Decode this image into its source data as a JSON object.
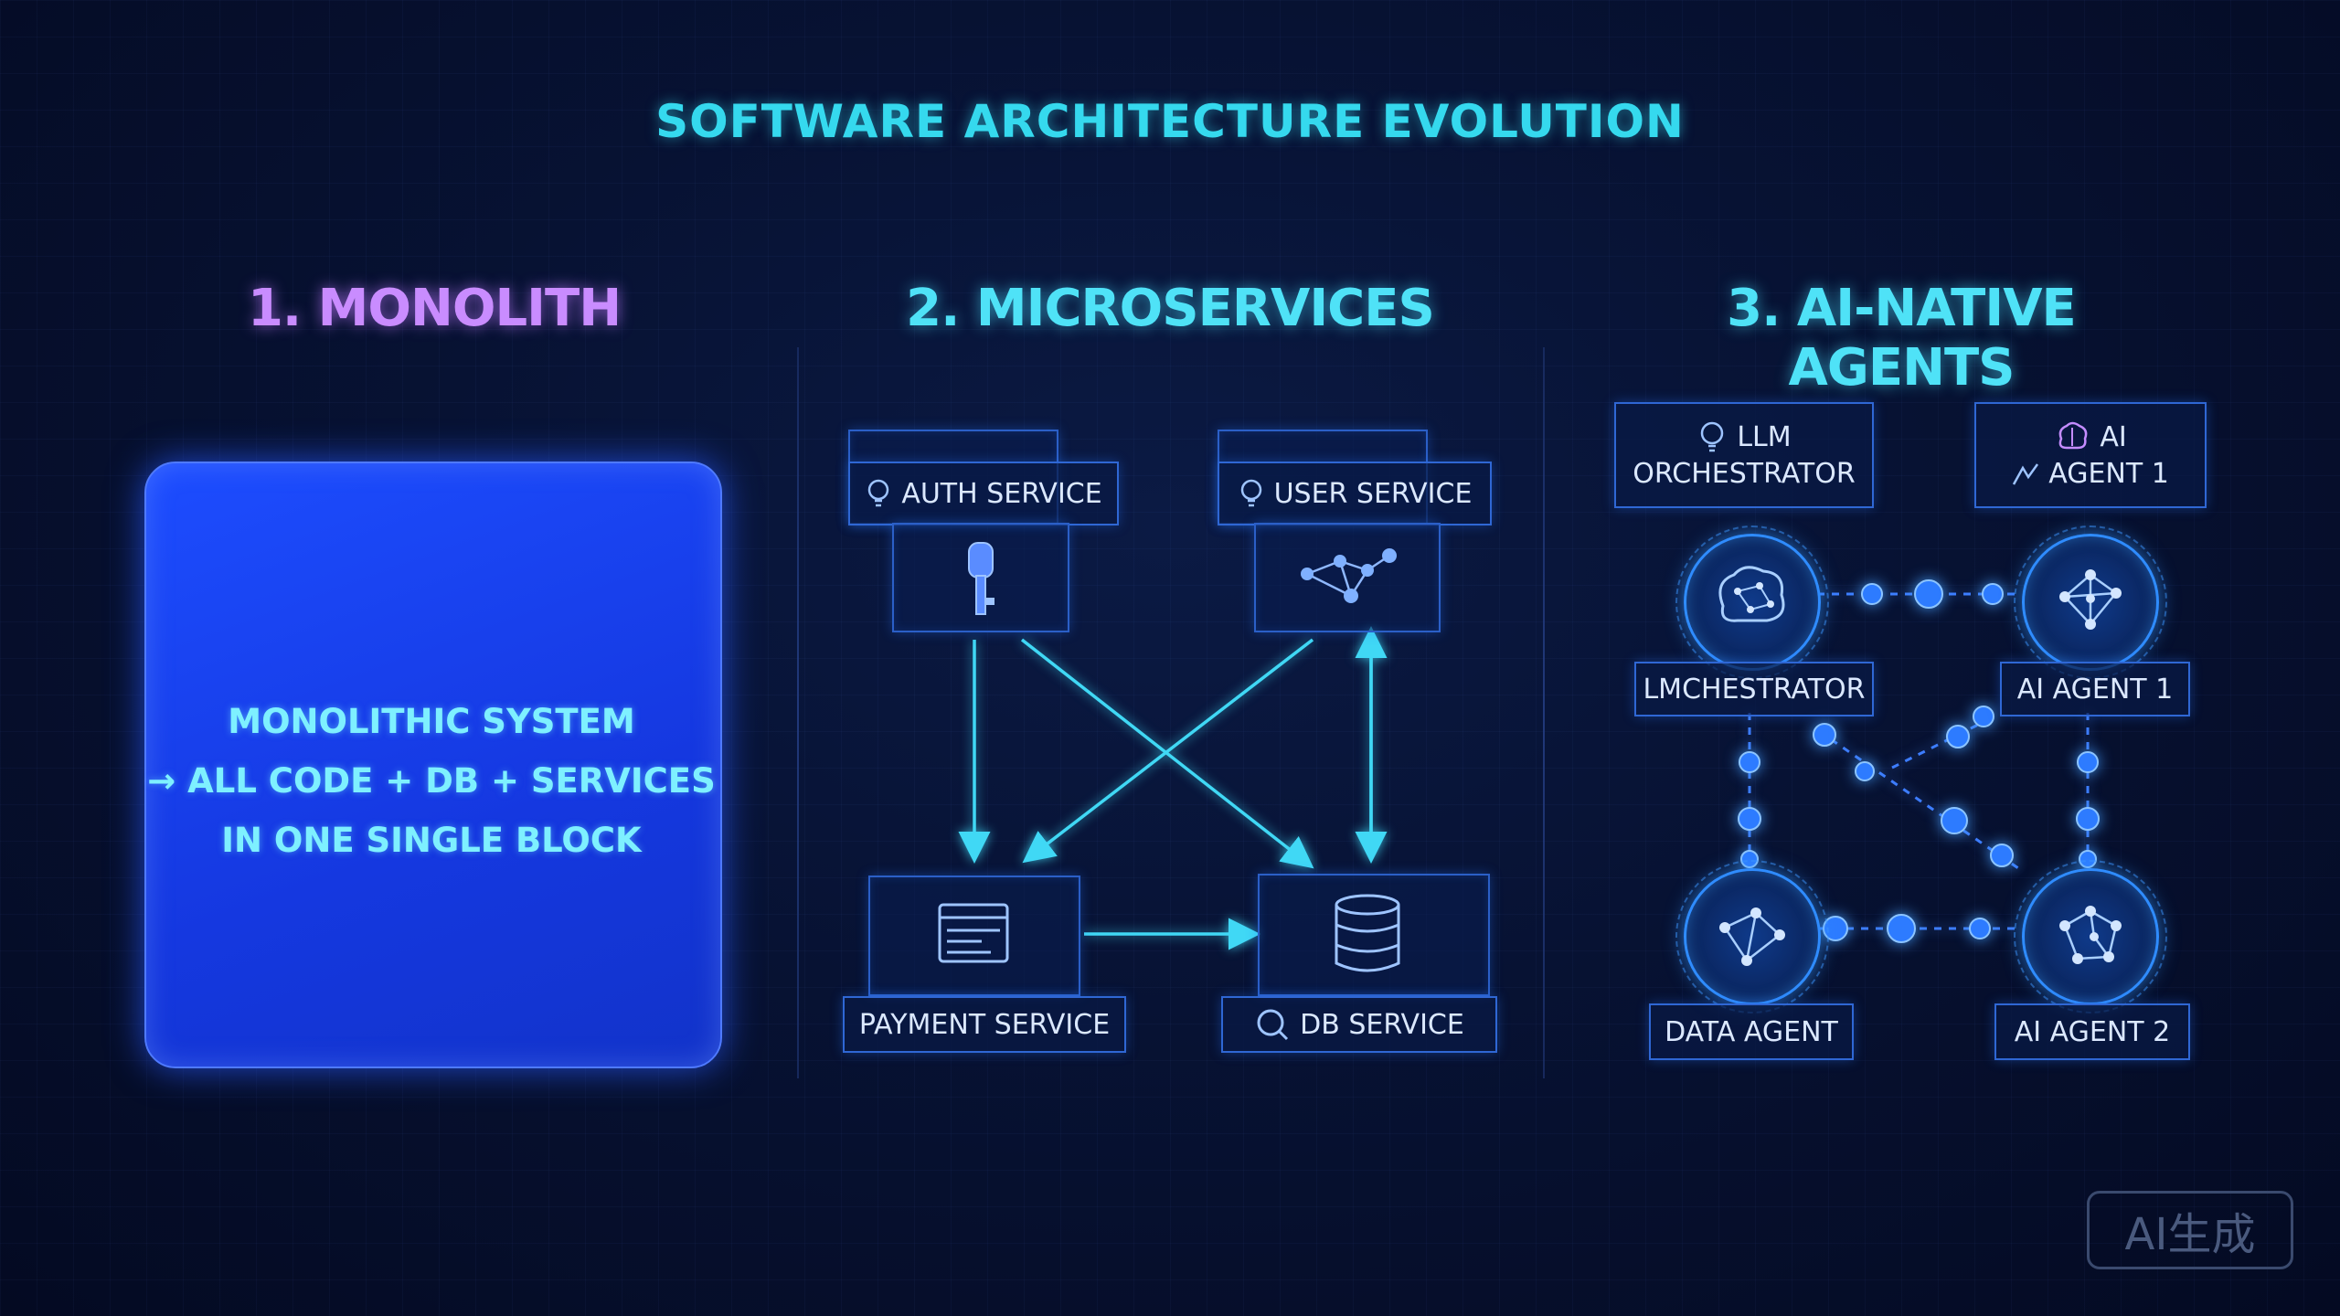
{
  "title": "SOFTWARE ARCHITECTURE EVOLUTION",
  "sections": [
    {
      "title": "1. MONOLITH"
    },
    {
      "title": "2. MICROSERVICES"
    },
    {
      "title": "3. AI-NATIVE AGENTS"
    }
  ],
  "monolith": {
    "lines": [
      "MONOLITHIC SYSTEM",
      "→ ALL CODE + DB + SERVICES",
      "IN ONE SINGLE BLOCK"
    ]
  },
  "microservices": {
    "auth": "AUTH SERVICE",
    "user": "USER SERVICE",
    "payment": "PAYMENT SERVICE",
    "db": "DB SERVICE"
  },
  "agents": {
    "orchestrator_top_line1": "LLM",
    "orchestrator_top_line2": "ORCHESTRATOR",
    "agent_top_line1": "AI",
    "agent_top_line2": "AGENT 1",
    "orchestrator_label": "LMCHESTRATOR",
    "agent1_label": "AI AGENT 1",
    "data_agent_label": "DATA AGENT",
    "agent2_label": "AI AGENT 2"
  },
  "colors": {
    "accent_cyan": "#35d9ee",
    "monolith_purple": "#c98cff",
    "monolith_blue": "#1d4dff"
  },
  "watermark": "AI生成"
}
